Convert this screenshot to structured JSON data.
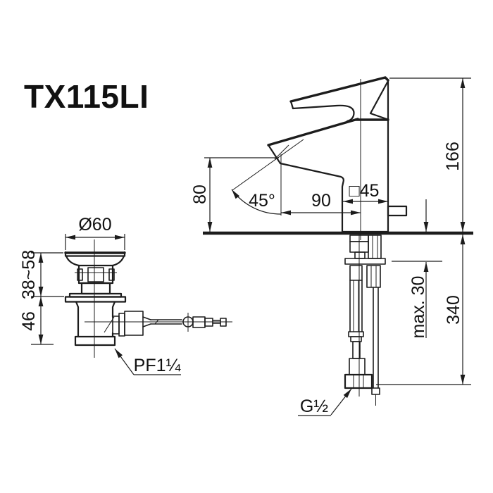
{
  "page": {
    "background": "#ffffff",
    "line_color": "#1c1c1c"
  },
  "title": {
    "model": "TX115LI"
  },
  "faucet_view": {
    "description": "single-lever lavatory faucet, side elevation with mounting hardware",
    "dims": {
      "spout_height": "80",
      "spout_angle": "45°",
      "spout_reach": "90",
      "body_width": "□45",
      "overall_height": "166",
      "deck_thickness": "max. 30",
      "under_deck_length": "340"
    },
    "labels": {
      "supply_connection": "G½"
    }
  },
  "drain_view": {
    "description": "pop-up waste drain, side elevation",
    "dims": {
      "flange_diameter": "Ø60",
      "adjustable_height": "38~58",
      "body_height": "46"
    },
    "labels": {
      "drain_connection": "PF1¼"
    }
  }
}
